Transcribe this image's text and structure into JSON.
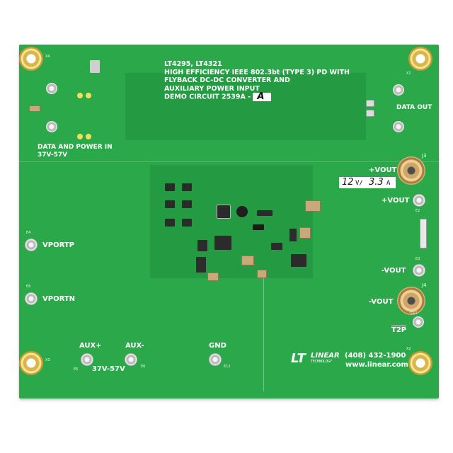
{
  "board": {
    "title_lines": [
      "LT4295, LT4321",
      "HIGH EFFICIENCY IEEE 802.3bt (TYPE 3) PD WITH",
      "FLYBACK DC-DC CONVERTER AND",
      "AUXILIARY POWER INPUT",
      "DEMO CIRCUIT 2539A -"
    ],
    "revision": "A",
    "solder_color": "#2aa84a"
  },
  "labels": {
    "data_and_power_in": [
      "DATA AND POWER IN",
      "37V-57V"
    ],
    "data_out": "DATA OUT",
    "vportp": "VPORTP",
    "vportn": "VPORTN",
    "aux_plus": "AUX+",
    "aux_minus": "AUX-",
    "aux_range": "37V-57V",
    "gnd": "GND",
    "vout_plus_jack": "+VOUT",
    "vout_plus": "+VOUT",
    "vout_minus": "-VOUT",
    "vout_minus_jack": "-VOUT",
    "t2p": "T2P",
    "rating_v": "12",
    "rating_sep": "V/",
    "rating_a": "A",
    "rating_a_value": "3.3"
  },
  "refs": {
    "x4": "X4",
    "x1": "X1",
    "x3": "X3",
    "x2": "X2",
    "j3": "J3",
    "j4": "J4",
    "e4": "E4",
    "e8": "E8",
    "e5": "E5",
    "e6": "E6",
    "e12": "E12",
    "e11": "E11",
    "e2": "E2",
    "e3": "E3"
  },
  "logo": {
    "brand": "LINEAR",
    "sub": "TECHNOLOGY",
    "phone": "(408) 432-1900",
    "web": "www.linear.com"
  }
}
